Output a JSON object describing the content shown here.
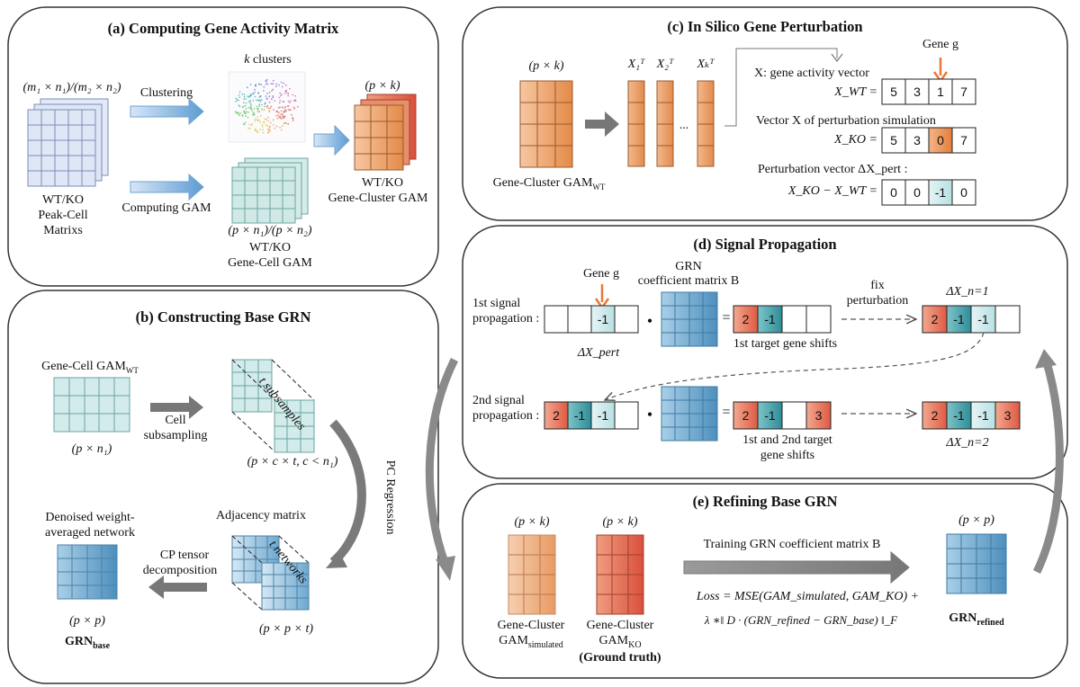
{
  "panels": {
    "a": {
      "title": "(a)  Computing Gene Activity Matrix",
      "input_dims": "(m₁ × n₁)/(m₂ × n₂)",
      "input_label": [
        "WT/KO",
        "Peak-Cell",
        "Matrixs"
      ],
      "clustering_label": "Clustering",
      "k_clusters_label": "k clusters",
      "computing_gam_label": "Computing GAM",
      "gene_cell_dims": "(p × n₁)/(p × n₂)",
      "gene_cell_label": [
        "WT/KO",
        "Gene-Cell GAM"
      ],
      "output_dims": "(p × k)",
      "output_label": [
        "WT/KO",
        "Gene-Cluster GAM"
      ]
    },
    "b": {
      "title": "(b)  Constructing Base GRN",
      "gene_cell_label": "Gene-Cell GAM",
      "gene_cell_sub": "WT",
      "gene_cell_dims": "(p × n₁)",
      "cell_subsampling": [
        "Cell",
        "subsampling"
      ],
      "t_subsamples": "t subsamples",
      "subsample_dims": "(p × c × t, c < n₁)",
      "pc_regression": "PC Regression",
      "adjacency_label": "Adjacency matrix",
      "t_networks": "t networks",
      "adjacency_dims": "(p × p × t)",
      "cp_tensor": [
        "CP tensor",
        "decomposition"
      ],
      "denoised_label": [
        "Denoised weight-",
        "averaged network"
      ],
      "grn_dims": "(p × p)",
      "grn_base_main": "GRN",
      "grn_base_sub": "base"
    },
    "c": {
      "title": "(c)  In Silico Gene Perturbation",
      "matrix_dims": "(p × k)",
      "matrix_label": "Gene-Cluster GAM",
      "matrix_sub": "WT",
      "vectors": [
        "X₁ᵀ",
        "X₂ᵀ",
        "Xₖᵀ"
      ],
      "ellipsis": "...",
      "gene_g_label": "Gene g",
      "x_desc": "X: gene activity vector",
      "x_wt_label": "X_WT =",
      "x_wt_values": [
        "5",
        "3",
        "1",
        "7"
      ],
      "vector_x_desc": "Vector X of perturbation simulation",
      "x_ko_label": "X_KO =",
      "x_ko_values": [
        "5",
        "3",
        "0",
        "7"
      ],
      "pert_desc": "Perturbation vector ΔX_pert :",
      "x_diff_label": "X_KO − X_WT =",
      "x_diff_values": [
        "0",
        "0",
        "-1",
        "0"
      ]
    },
    "d": {
      "title": "(d)  Signal Propagation",
      "gene_g_label": "Gene g",
      "grn_coef_label": [
        "GRN",
        "coefficient matrix B"
      ],
      "first_prop_label": [
        "1st signal",
        "propagation :"
      ],
      "delta_pert_label": "ΔX_pert",
      "first_pert_values": [
        "",
        "",
        "-1",
        ""
      ],
      "first_shift_values": [
        "2",
        "-1",
        "",
        ""
      ],
      "first_shift_label": "1st target gene shifts",
      "fix_perturbation": [
        "fix",
        "perturbation"
      ],
      "delta_n1_label": "ΔX_n=1",
      "first_result_values": [
        "2",
        "-1",
        "-1",
        ""
      ],
      "second_prop_label": [
        "2nd signal",
        "propagation :"
      ],
      "second_input_values": [
        "2",
        "-1",
        "-1",
        ""
      ],
      "second_shift_values": [
        "2",
        "-1",
        "",
        "3"
      ],
      "second_shift_label": [
        "1st and 2nd target",
        "gene shifts"
      ],
      "delta_n2_label": "ΔX_n=2",
      "second_result_values": [
        "2",
        "-1",
        "-1",
        "3"
      ],
      "dot": "•",
      "equals": "="
    },
    "e": {
      "title": "(e)  Refining Base GRN",
      "sim_dims": "(p × k)",
      "sim_label": "Gene-Cluster",
      "sim_sub_main": "GAM",
      "sim_sub": "simulated",
      "ko_dims": "(p × k)",
      "ko_label": "Gene-Cluster",
      "ko_sub_main": "GAM",
      "ko_sub": "KO",
      "ground_truth": "(Ground truth)",
      "training_label": "Training GRN coefficient matrix B",
      "loss_line1": "Loss = MSE(GAM_simulated, GAM_KO) +",
      "loss_line2": "λ ∗‖ D · (GRN_refined − GRN_base) ‖_F",
      "refined_dims": "(p × p)",
      "grn_refined_main": "GRN",
      "grn_refined_sub": "refined"
    }
  },
  "colors": {
    "blue_light": "#dfe6f4",
    "teal_light": "#cfe8e6",
    "orange": "#e79a5c",
    "red": "#e0614a",
    "blue": "#5b9cc6",
    "teal": "#3c9aa4",
    "arrow_blue": "#6fa8d6",
    "arrow_gray": "#6b6b6b",
    "highlight_orange": "#e8793a"
  }
}
